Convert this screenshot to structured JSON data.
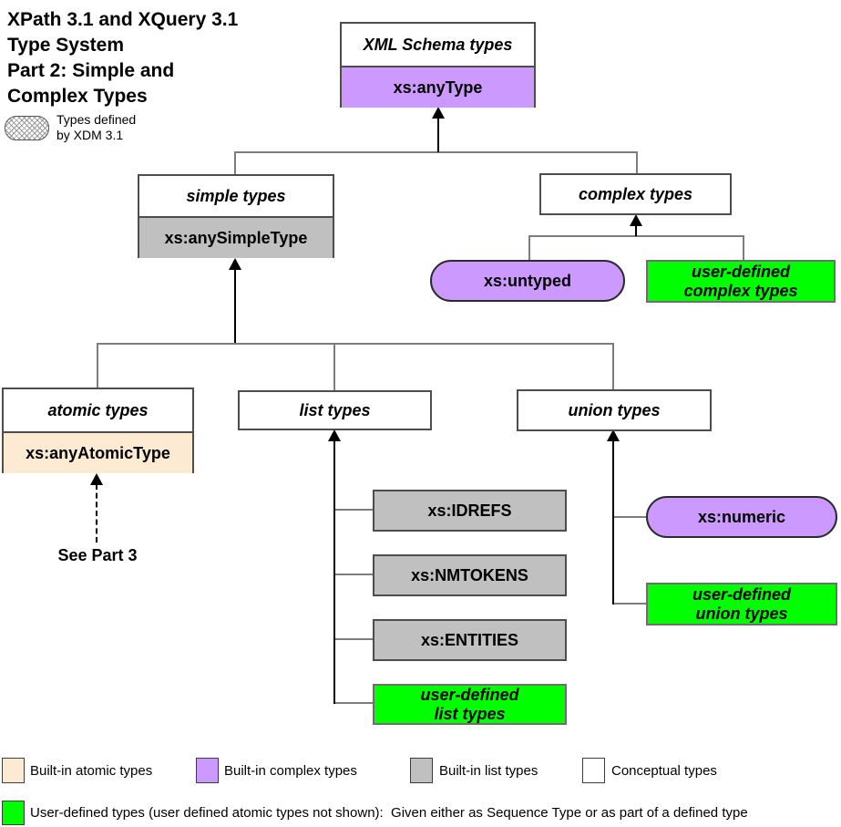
{
  "title": {
    "line1": "XPath 3.1 and XQuery 3.1",
    "line2": "Type System",
    "line3": "Part 2: Simple and",
    "line4": "Complex Types"
  },
  "xdm_note": {
    "line1": "Types defined",
    "line2": "by XDM 3.1"
  },
  "nodes": {
    "xml_schema": {
      "header": "XML Schema types",
      "type_name": "xs:anyType"
    },
    "simple_types": {
      "header": "simple types",
      "type_name": "xs:anySimpleType"
    },
    "complex_types": {
      "header": "complex types"
    },
    "xs_untyped": {
      "label": "xs:untyped"
    },
    "user_defined_complex": {
      "line1": "user-defined",
      "line2": "complex types"
    },
    "atomic_types": {
      "header": "atomic types",
      "type_name": "xs:anyAtomicType"
    },
    "list_types": {
      "header": "list types"
    },
    "union_types": {
      "header": "union types"
    },
    "xs_idrefs": {
      "label": "xs:IDREFS"
    },
    "xs_nmtokens": {
      "label": "xs:NMTOKENS"
    },
    "xs_entities": {
      "label": "xs:ENTITIES"
    },
    "user_defined_list": {
      "line1": "user-defined",
      "line2": "list types"
    },
    "xs_numeric": {
      "label": "xs:numeric"
    },
    "user_defined_union": {
      "line1": "user-defined",
      "line2": "union types"
    }
  },
  "annotations": {
    "see_part3": "See Part 3"
  },
  "legend": {
    "items": [
      {
        "label": "Built-in atomic types",
        "color": "#FCEBD2"
      },
      {
        "label": "Built-in complex types",
        "color": "#CC99FF"
      },
      {
        "label": "Built-in list types",
        "color": "#C0C0C0"
      },
      {
        "label": "Conceptual types",
        "color": "#FFFFFF"
      }
    ],
    "user_defined_note": "User-defined types (user defined atomic types not shown):  Given either as Sequence Type or as part of a defined type",
    "user_defined_color": "#00FF00"
  },
  "colors": {
    "built_in_atomic": "#FCEBD2",
    "built_in_complex": "#CC99FF",
    "built_in_list": "#C0C0C0",
    "user_defined": "#00FF00",
    "conceptual": "#FFFFFF"
  }
}
